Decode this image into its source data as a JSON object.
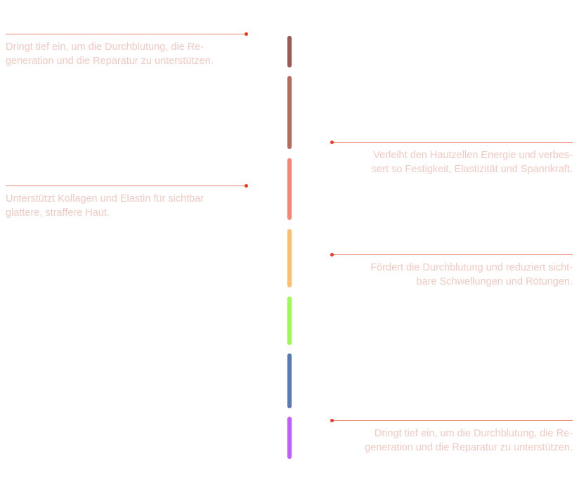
{
  "spectrum": {
    "bands": [
      {
        "color": "#9e5a51"
      },
      {
        "color": "#b96a5f"
      },
      {
        "color": "#fa8473"
      },
      {
        "color": "#ffbd6a"
      },
      {
        "color": "#9dfa51"
      },
      {
        "color": "#5b78b8"
      },
      {
        "color": "#c65afd"
      }
    ]
  },
  "callouts": [
    {
      "side": "left",
      "text": "Dringt tief ein, um die Durchblutung, die Re-\ngeneration und die Reparatur zu unterstützen."
    },
    {
      "side": "right",
      "text": "Verleiht den Hautzellen Energie und verbes-\nsert so Festigkeit, Elastizität und Spannkraft."
    },
    {
      "side": "left",
      "text": "Unterstützt Kollagen und Elastin für sichtbar\nglattere, straffere Haut."
    },
    {
      "side": "right",
      "text": "Fördert die Durchblutung und reduziert sicht-\nbare Schwellungen und Rötungen."
    },
    {
      "side": "right",
      "text": "Dringt tief ein, um die Durchblutung, die Re-\ngeneration und die Reparatur zu unterstützen."
    }
  ],
  "accent": {
    "line": "#f08576",
    "dot": "#e83b22",
    "text": "#f2c9c2"
  }
}
